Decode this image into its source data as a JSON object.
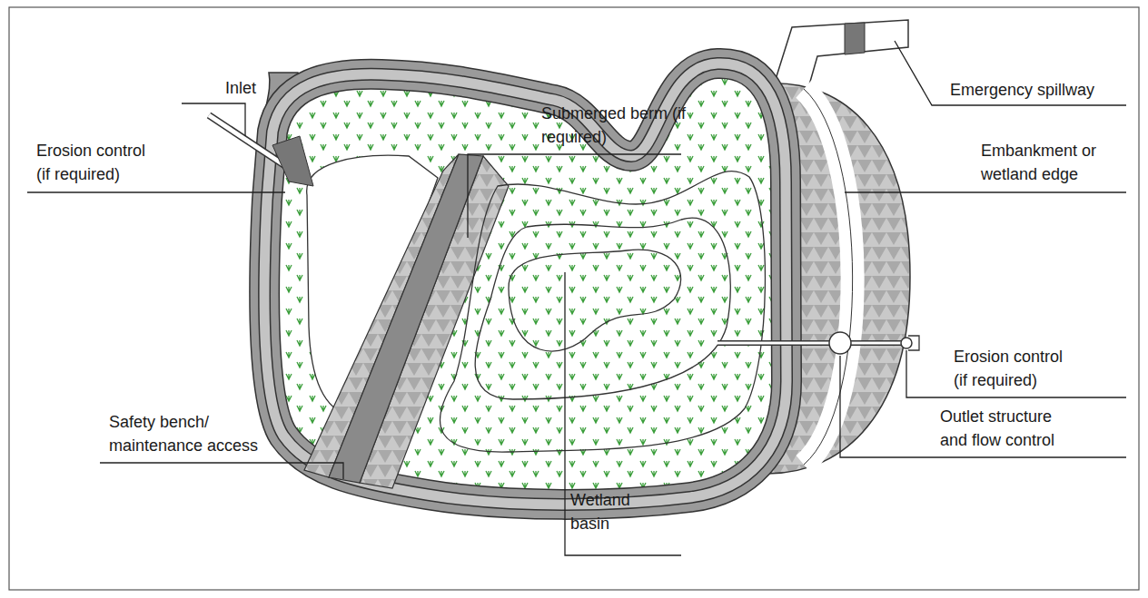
{
  "diagram": {
    "labels": [
      "Emergency spillway",
      "Submerged berm (if required)",
      "Inlet",
      "Erosion control (if required)",
      "Embankment or wetland edge",
      "Erosion control (if required)",
      "Outlet structure and flow control",
      "Safety bench/ maintenance access",
      "Wetland basin"
    ]
  }
}
